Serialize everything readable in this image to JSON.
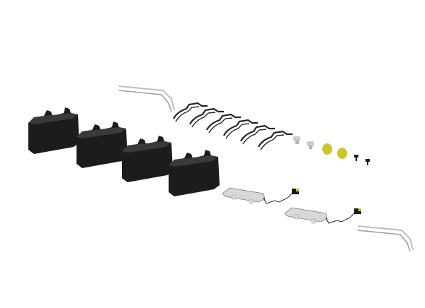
{
  "scene": {
    "background": "#ffffff",
    "colors": {
      "pad": "#1c1c1c",
      "pad_edge": "#3a3a3a",
      "clip": "#222222",
      "bolt": "#c8ccd2",
      "cap": "#c8c62a",
      "screw": "#1a1a1a",
      "sensor_plate": "#d8d8d8",
      "wire": "#222222",
      "pin": "#b9bec6"
    },
    "parts": [
      "brake-pad",
      "brake-pad",
      "brake-pad",
      "brake-pad",
      "retaining-clip",
      "retaining-clip",
      "retaining-clip",
      "retaining-clip",
      "retaining-clip",
      "retaining-clip",
      "bolt",
      "bolt",
      "dust-cap",
      "dust-cap",
      "screw",
      "screw",
      "wear-sensor",
      "wear-sensor",
      "retaining-pin",
      "retaining-pin"
    ]
  }
}
